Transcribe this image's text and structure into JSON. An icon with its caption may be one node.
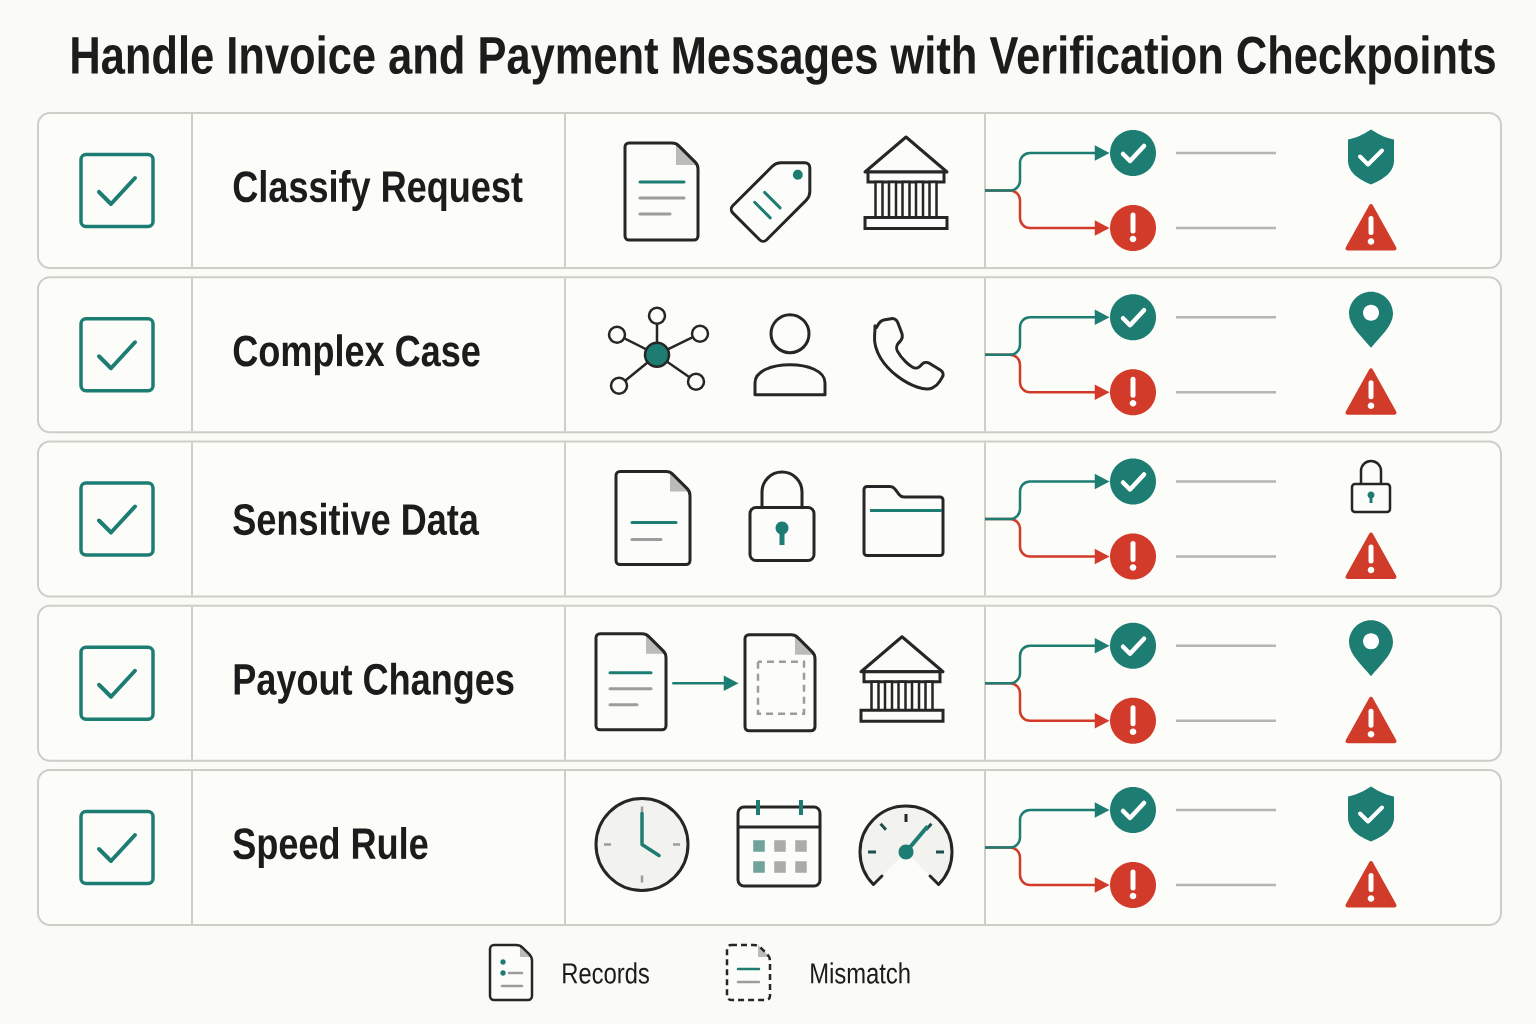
{
  "diagram": {
    "title": "Handle Invoice and Payment Messages with Verification Checkpoints",
    "nodes": [
      {
        "text": [
          "Classify Request"
        ]
      },
      {
        "text": [],
        "shape": "circle",
        "in": 0
      },
      {
        "text": [],
        "shape": "circle",
        "in": 0
      },
      {
        "text": [
          "Complex Case"
        ]
      },
      {
        "text": [],
        "shape": "circle",
        "in": 3
      },
      {
        "text": [],
        "shape": "circle",
        "in": 3
      },
      {
        "text": [
          "Sensitive Data"
        ]
      },
      {
        "text": [],
        "shape": "circle",
        "in": 6
      },
      {
        "text": [],
        "shape": "circle",
        "in": 6
      },
      {
        "text": [
          "Payout Changes"
        ]
      },
      {
        "text": [],
        "shape": "picture",
        "in": 9
      },
      {
        "text": [],
        "shape": "picture",
        "in": 9
      },
      {
        "text": [],
        "shape": "circle",
        "in": 9
      },
      {
        "text": [],
        "shape": "circle",
        "in": 9
      },
      {
        "text": [
          "Speed Rule"
        ]
      },
      {
        "text": [],
        "shape": "circle",
        "in": 14
      },
      {
        "text": [],
        "shape": "circle",
        "in": 14
      }
    ],
    "edges": [
      {
        "from": null,
        "to": 1,
        "arrow": "to"
      },
      {
        "from": null,
        "to": 2,
        "arrow": "to",
        "color": "#d23a2a"
      },
      {
        "from": null,
        "to": 4,
        "arrow": "to"
      },
      {
        "from": null,
        "to": 5,
        "arrow": "to",
        "color": "#d23a2a"
      },
      {
        "from": null,
        "to": 7,
        "arrow": "to"
      },
      {
        "from": null,
        "to": 8,
        "arrow": "to",
        "color": "#d23a2a"
      },
      {
        "from": 10,
        "to": 11,
        "arrow": "to"
      },
      {
        "from": null,
        "to": 12,
        "arrow": "to"
      },
      {
        "from": null,
        "to": 13,
        "arrow": "to",
        "color": "#d23a2a"
      },
      {
        "from": null,
        "to": 15,
        "arrow": "to"
      },
      {
        "from": null,
        "to": 16,
        "arrow": "to",
        "color": "#d23a2a"
      }
    ],
    "legend": [
      {
        "text": "Records"
      },
      {
        "text": "Mismatch"
      }
    ]
  }
}
